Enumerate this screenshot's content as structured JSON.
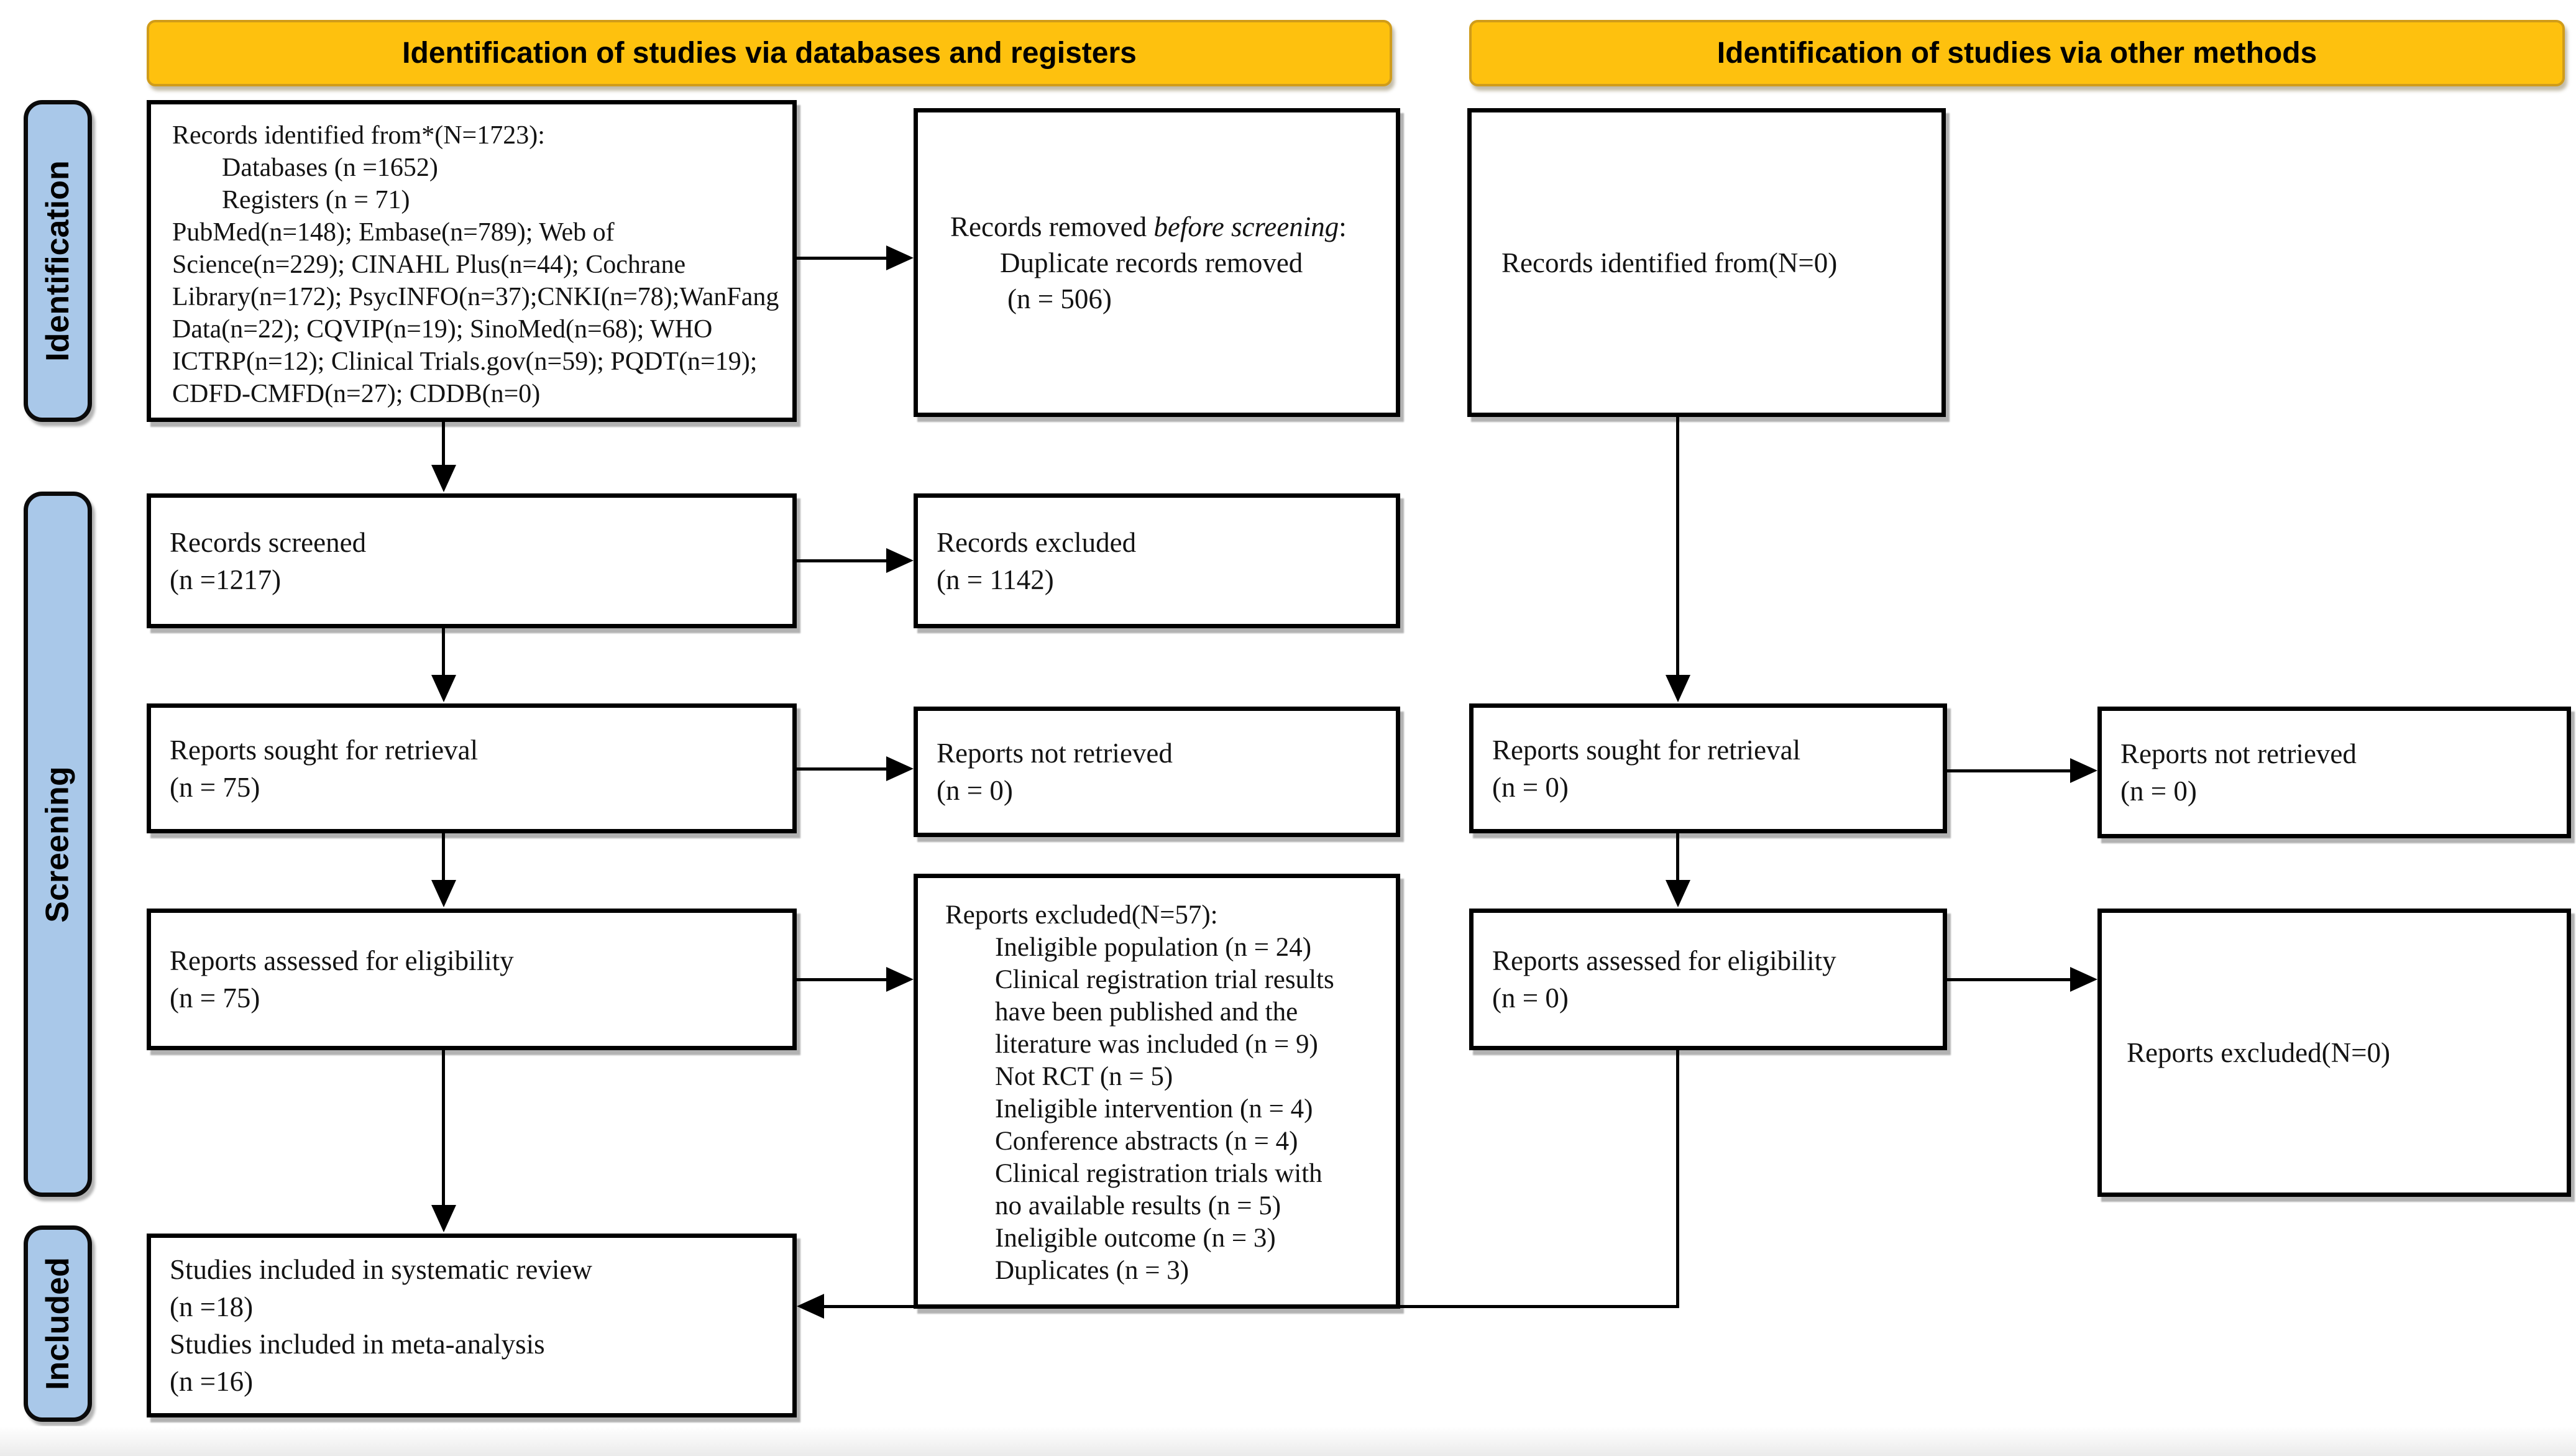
{
  "colors": {
    "header_bg": "#FEC10E",
    "header_border": "#D09C1A",
    "stage_bar_bg": "#A9C8E9",
    "box_border": "#000000",
    "connector": "#000000",
    "page_bg": "#FFFFFF"
  },
  "headers": {
    "left": "Identification of studies via databases and registers",
    "right": "Identification of studies via other methods"
  },
  "stages": {
    "identification": "Identification",
    "screening": "Screening",
    "included": "Included"
  },
  "boxes": {
    "records_identified": {
      "lines": [
        "Records identified from*(N=1723):",
        "Databases (n =1652)",
        "Registers (n = 71)",
        "PubMed(n=148); Embase(n=789); Web of",
        "Science(n=229); CINAHL Plus(n=44); Cochrane",
        "Library(n=172); PsycINFO(n=37);CNKI(n=78);WanFang",
        "Data(n=22); CQVIP(n=19); SinoMed(n=68); WHO",
        "ICTRP(n=12); Clinical Trials.gov(n=59); PQDT(n=19);",
        "CDFD-CMFD(n=27); CDDB(n=0)"
      ]
    },
    "records_removed": {
      "prefix": "Records removed ",
      "italic": "before screening",
      "suffix": ":",
      "line2": "Duplicate records removed",
      "line3": "(n = 506)"
    },
    "records_identified_other": {
      "line1": "Records identified from(N=0)"
    },
    "records_screened": {
      "line1": "Records screened",
      "line2": "(n =1217)"
    },
    "records_excluded": {
      "line1": "Records excluded",
      "line2": "(n = 1142)"
    },
    "reports_sought": {
      "line1": "Reports sought for retrieval",
      "line2": "(n = 75)"
    },
    "reports_not_retrieved": {
      "line1": "Reports not retrieved",
      "line2": "(n = 0)"
    },
    "reports_sought_other": {
      "line1": "Reports sought for retrieval",
      "line2": "(n = 0)"
    },
    "reports_not_retrieved_other": {
      "line1": "Reports not retrieved",
      "line2": "(n = 0)"
    },
    "reports_assessed": {
      "line1": "Reports assessed for eligibility",
      "line2": "(n = 75)"
    },
    "reports_excluded": {
      "title": "Reports excluded(N=57):",
      "items": [
        "Ineligible population (n = 24)",
        "Clinical registration trial results",
        "have been published and the",
        "literature was included (n = 9)",
        "Not RCT (n = 5)",
        "Ineligible intervention (n = 4)",
        "Conference abstracts (n = 4)",
        "Clinical registration trials with",
        "no available results (n = 5)",
        "Ineligible outcome (n = 3)",
        "Duplicates (n = 3)"
      ]
    },
    "reports_assessed_other": {
      "line1": "Reports assessed for eligibility",
      "line2": "(n = 0)"
    },
    "reports_excluded_other": {
      "line1": "Reports excluded(N=0)"
    },
    "studies_included": {
      "lines": [
        "Studies included in systematic review",
        "(n =18)",
        "Studies included in meta-analysis",
        "(n =16)"
      ]
    }
  }
}
